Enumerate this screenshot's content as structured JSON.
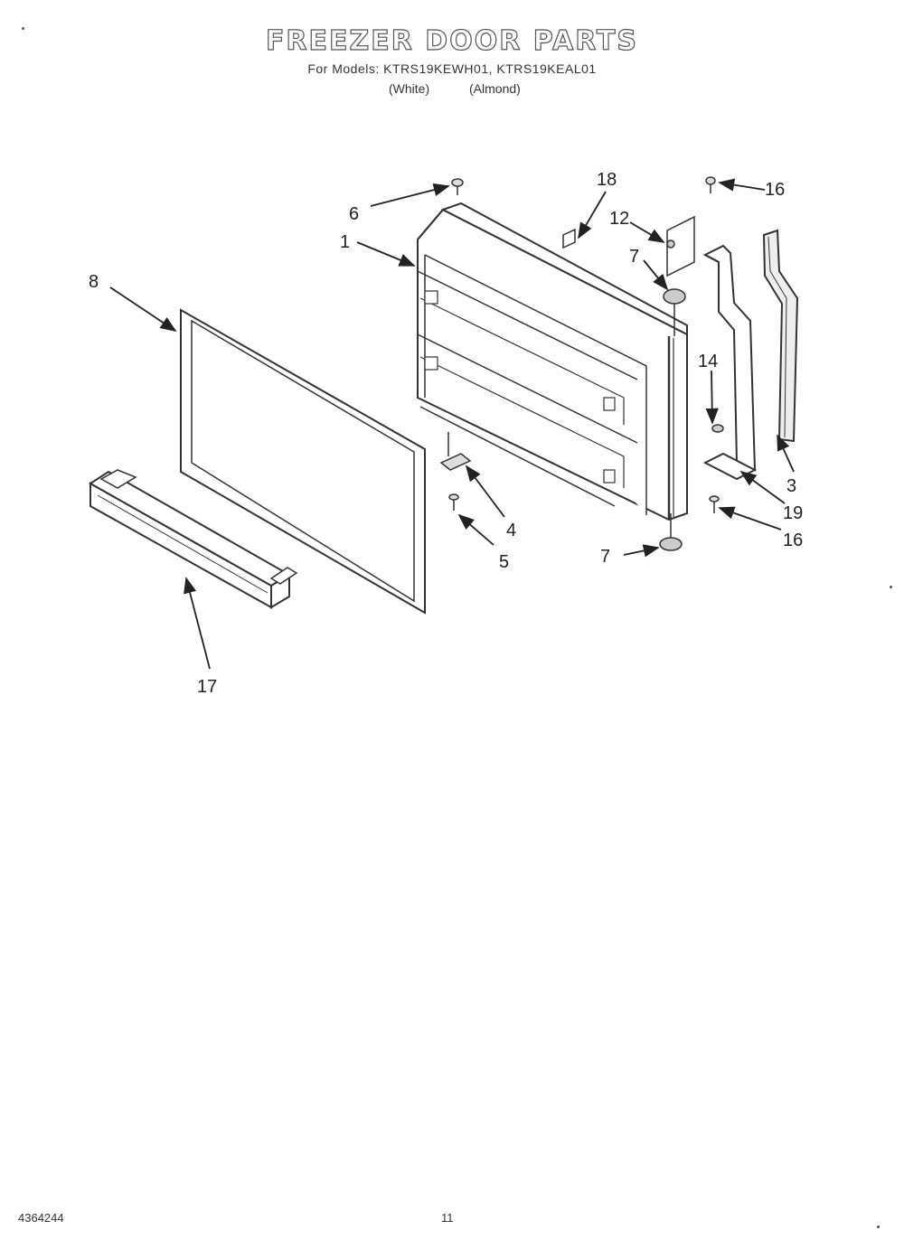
{
  "header": {
    "title": "FREEZER DOOR PARTS",
    "models": "For Models: KTRS19KEWH01, KTRS19KEAL01",
    "color_white": "(White)",
    "color_almond": "(Almond)"
  },
  "callouts": {
    "c1": "1",
    "c3": "3",
    "c4": "4",
    "c5": "5",
    "c6": "6",
    "c7a": "7",
    "c7b": "7",
    "c8": "8",
    "c12": "12",
    "c14": "14",
    "c16a": "16",
    "c16b": "16",
    "c17": "17",
    "c18": "18",
    "c19": "19"
  },
  "footer": {
    "doc_number": "4364244",
    "page_number": "11"
  }
}
